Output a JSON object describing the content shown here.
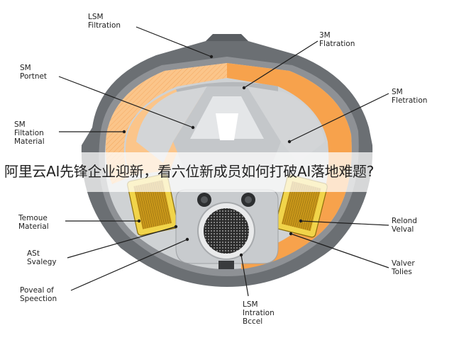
{
  "labels": {
    "lsm_filtration_top": "LSΜ\nFiltration",
    "sm_portnet": "SM\nPortnet",
    "sm_filtation_material": "SM\nFiltation\nMaterial",
    "temoue_material": "Temoue\nMaterial",
    "ast_svalegy": "ASt\nSvalegy",
    "poveal_of_speection": "Poveal of\nSpeection",
    "sm3_flatration": "3M\nFlatration",
    "sm_fletration": "SM\nFletration",
    "relond_velval": "Relond\nVelval",
    "valver_tolies": "Valver\nTolies",
    "lsm_intration_bccel": "LSM\nIntration\nBccel"
  },
  "banner": {
    "text": "阿里云AI先锋企业迎新，看六位新成员如何打破AI落地难题?"
  },
  "colors": {
    "orange": "#f7a24c",
    "light_orange": "#fbc58a",
    "dark_gray": "#6b6f73",
    "mid_gray": "#9da0a3",
    "light_gray": "#d6d8da",
    "yellow_valve": "#e3c01a",
    "valve_core": "#b88a10"
  }
}
